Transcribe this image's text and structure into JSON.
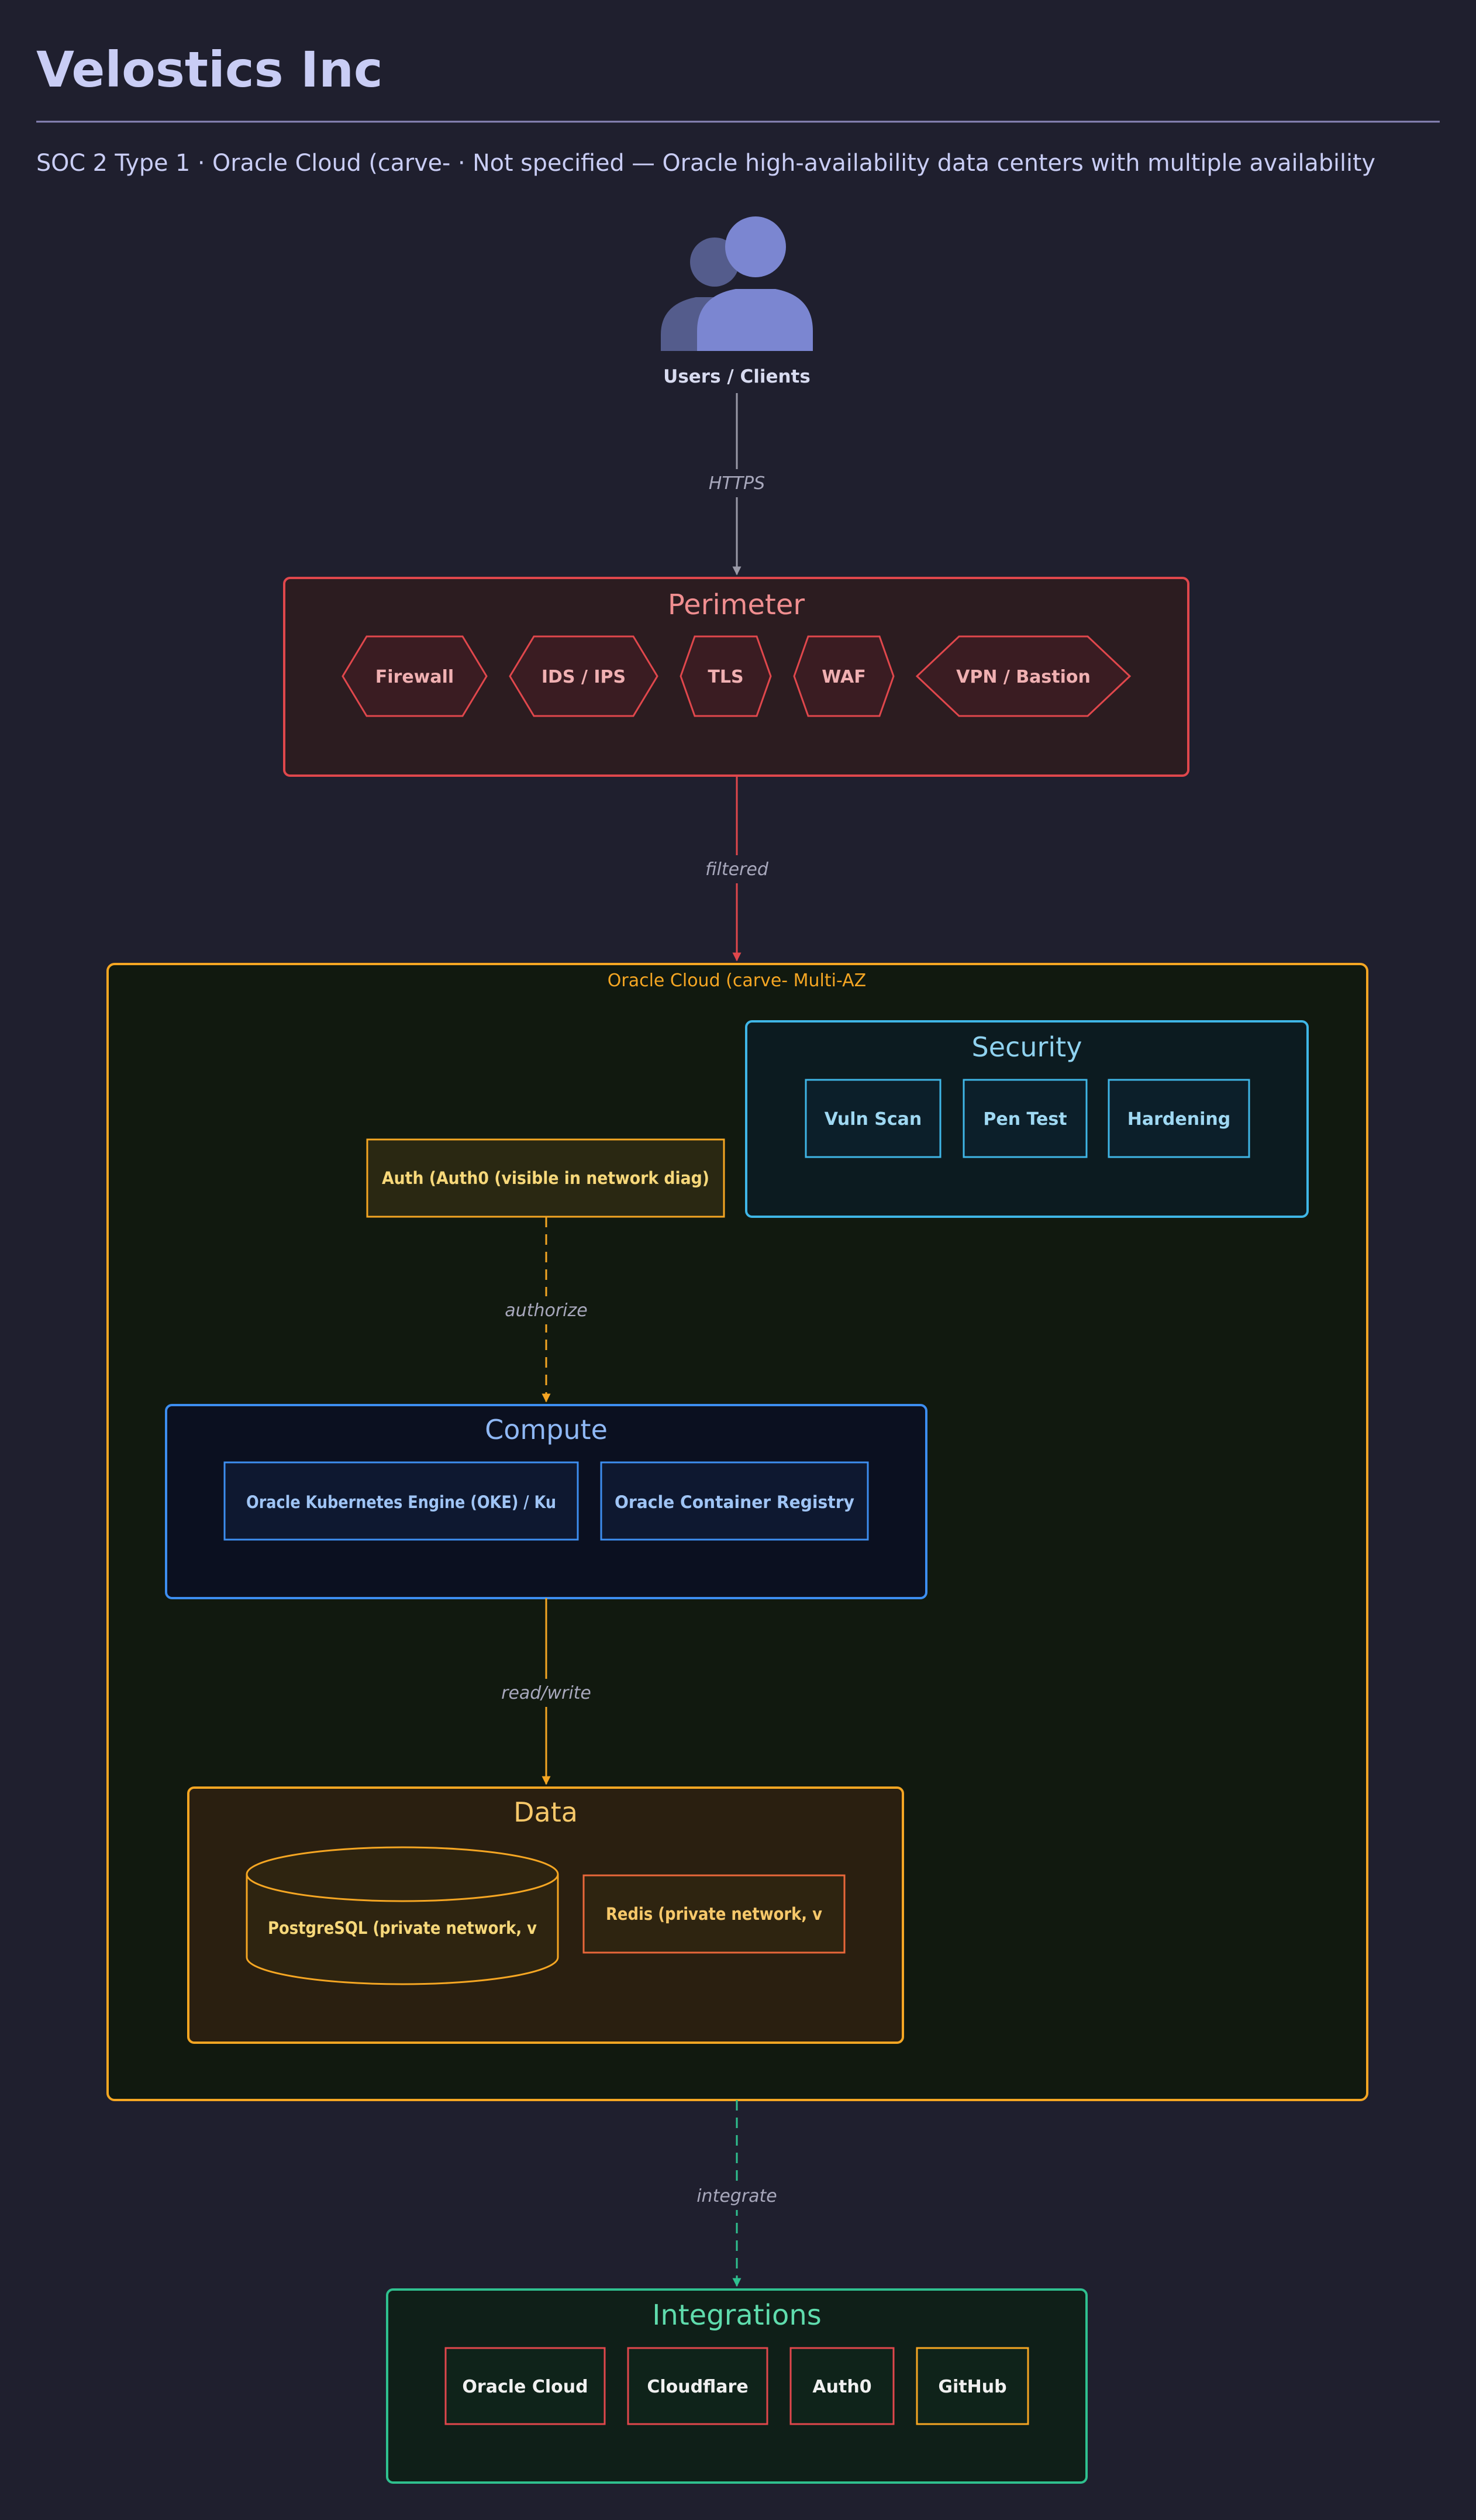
{
  "header": {
    "title": "Velostics Inc",
    "subtitle": "SOC 2 Type 1 · Oracle Cloud (carve- · Not specified — Oracle high-availability data centers with multiple availability"
  },
  "users": {
    "label": "Users / Clients"
  },
  "edges": {
    "https": "HTTPS",
    "filtered": "filtered",
    "authorize": "authorize",
    "read_write": "read/write",
    "integrate": "integrate"
  },
  "perimeter": {
    "title": "Perimeter",
    "items": [
      "Firewall",
      "IDS / IPS",
      "TLS",
      "WAF",
      "VPN / Bastion"
    ]
  },
  "cloud": {
    "label": "Oracle Cloud (carve- Multi-AZ"
  },
  "security": {
    "title": "Security",
    "items": [
      "Vuln Scan",
      "Pen Test",
      "Hardening"
    ]
  },
  "auth": {
    "label": "Auth (Auth0 (visible in network diag)"
  },
  "compute": {
    "title": "Compute",
    "items": [
      "Oracle Kubernetes Engine (OKE) / Ku",
      "Oracle Container Registry"
    ]
  },
  "data_tier": {
    "title": "Data",
    "db": "PostgreSQL (private network, v",
    "cache": "Redis (private network, v"
  },
  "integrations": {
    "title": "Integrations",
    "items": [
      "Oracle Cloud",
      "Cloudflare",
      "Auth0",
      "GitHub"
    ]
  },
  "colors": {
    "background": "#1f1f2e",
    "title": "#c9cdf5",
    "perimeter": "#e0474c",
    "cloud": "#f5a623",
    "security": "#3fb6e6",
    "compute": "#3d8ef0",
    "integrations": "#2fc08f",
    "users_icon": "#7b86d1"
  }
}
